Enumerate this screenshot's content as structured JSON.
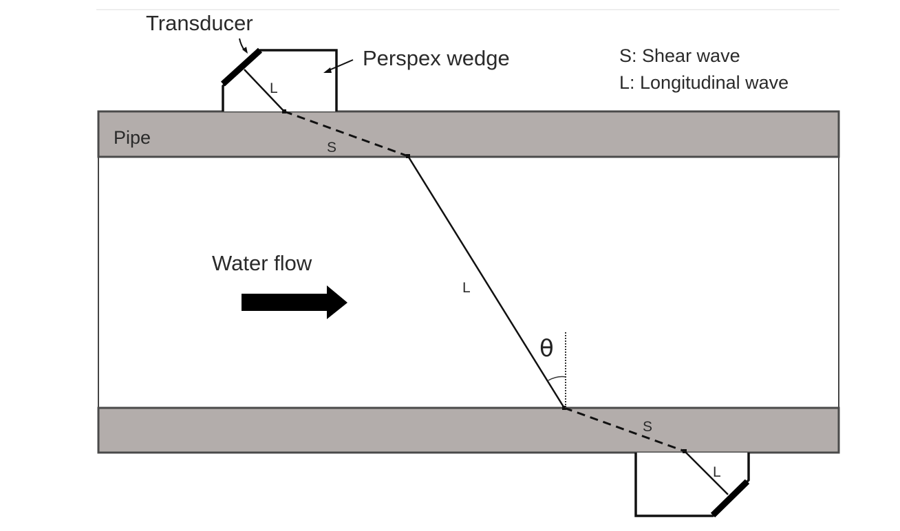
{
  "diagram": {
    "title_labels": {
      "transducer": "Transducer",
      "wedge": "Perspex wedge",
      "pipe": "Pipe",
      "water_flow": "Water flow",
      "theta": "θ"
    },
    "legend": [
      {
        "key": "S",
        "text": "S: Shear wave"
      },
      {
        "key": "L",
        "text": "L: Longitudinal wave"
      }
    ],
    "path_labels": {
      "upper_wedge_wave": "L",
      "upper_pipe_wave": "S",
      "water_wave": "L",
      "lower_pipe_wave": "S",
      "lower_wedge_wave": "L"
    },
    "colors": {
      "pipe_fill": "#b3adab",
      "pipe_stroke": "#4a4a4a",
      "line": "#111111",
      "water": "#ffffff"
    }
  }
}
